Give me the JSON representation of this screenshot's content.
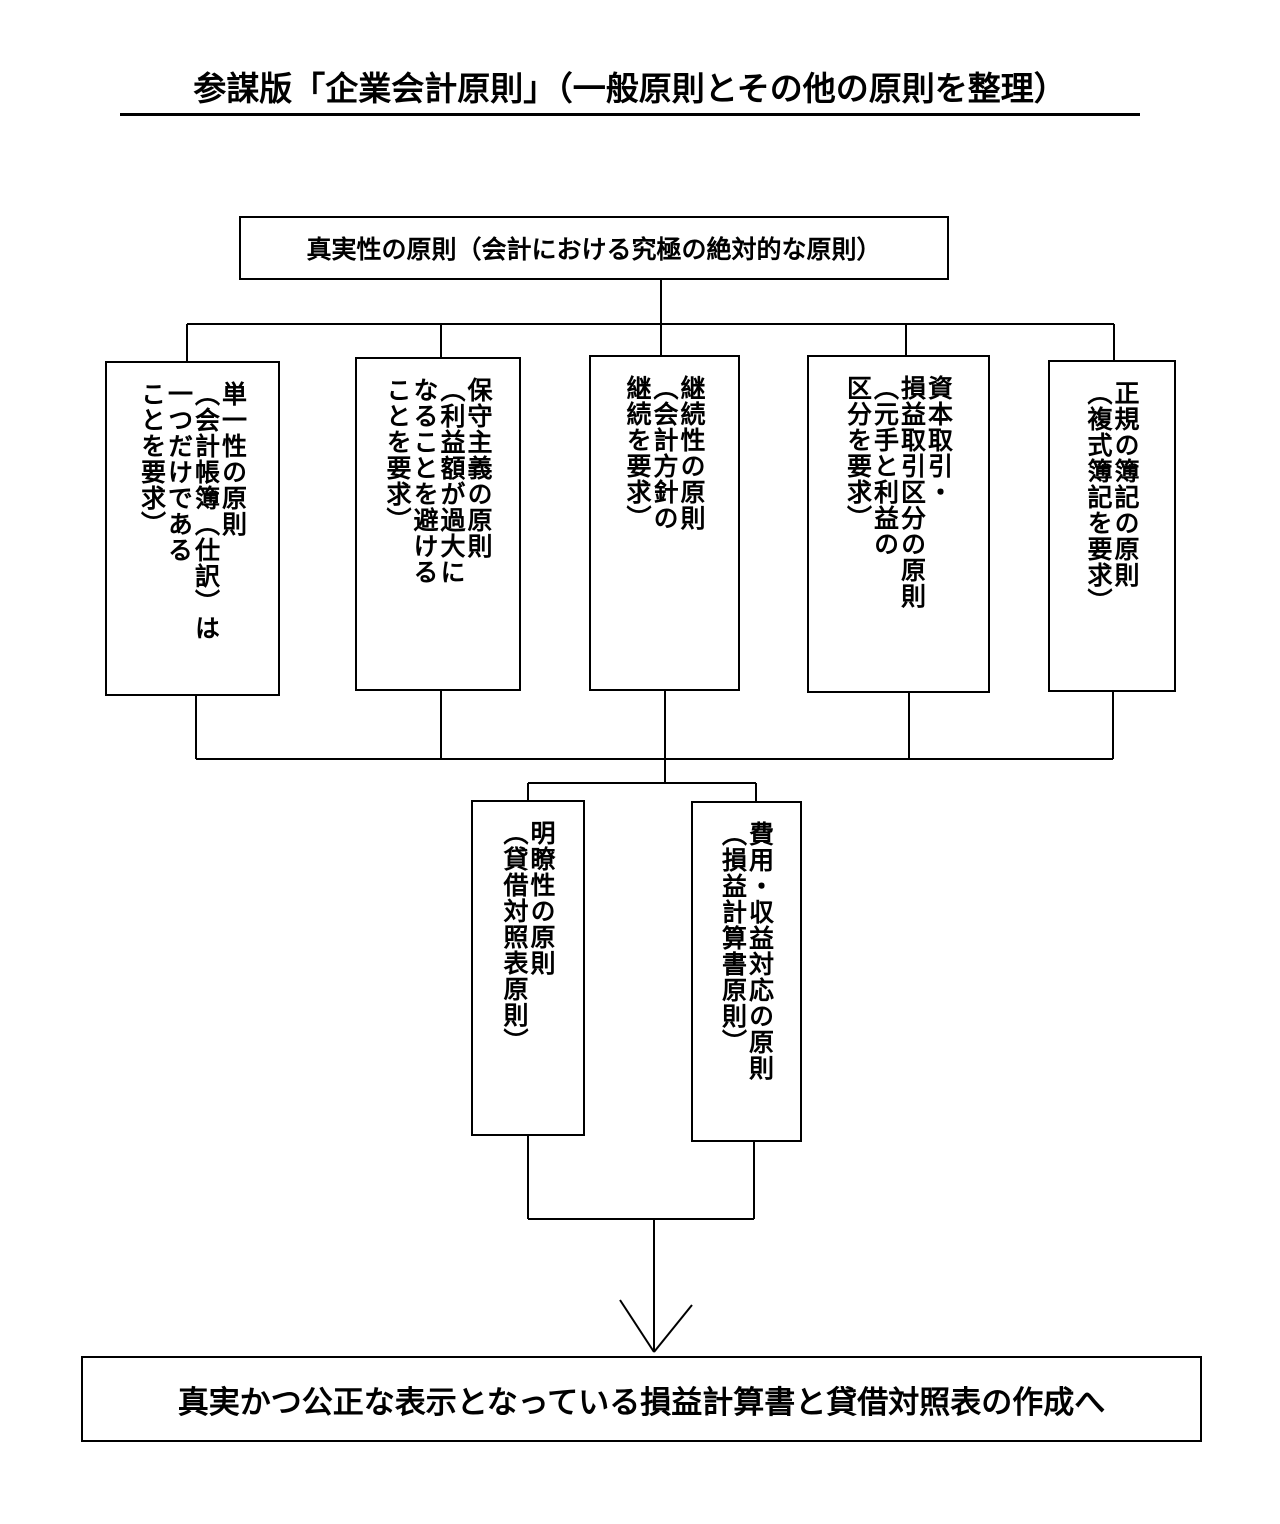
{
  "title": "参謀版「企業会計原則」（一般原則とその他の原則を整理）",
  "top_box": "真実性の原則（会計における究極の絶対的な原則）",
  "principles": [
    {
      "lines": [
        "単一性の原則",
        "（会計帳簿（仕訳）は",
        "一つだけである",
        "ことを要求）"
      ]
    },
    {
      "lines": [
        "保守主義の原則",
        "（利益額が過大に",
        "なることを避ける",
        "ことを要求）"
      ]
    },
    {
      "lines": [
        "継続性の原則",
        "（会計方針の",
        "継続を要求）"
      ]
    },
    {
      "lines": [
        "資本取引・",
        "損益取引区分の原則",
        "（元手と利益の",
        "区分を要求）"
      ]
    },
    {
      "lines": [
        "正規の簿記の原則",
        "（複式簿記を要求）"
      ]
    }
  ],
  "statements": [
    {
      "lines": [
        "明瞭性の原則",
        "（貸借対照表原則）"
      ]
    },
    {
      "lines": [
        "費用・収益対応の原則",
        "（損益計算書原則）"
      ]
    }
  ],
  "bottom_box": "真実かつ公正な表示となっている損益計算書と貸借対照表の作成へ"
}
